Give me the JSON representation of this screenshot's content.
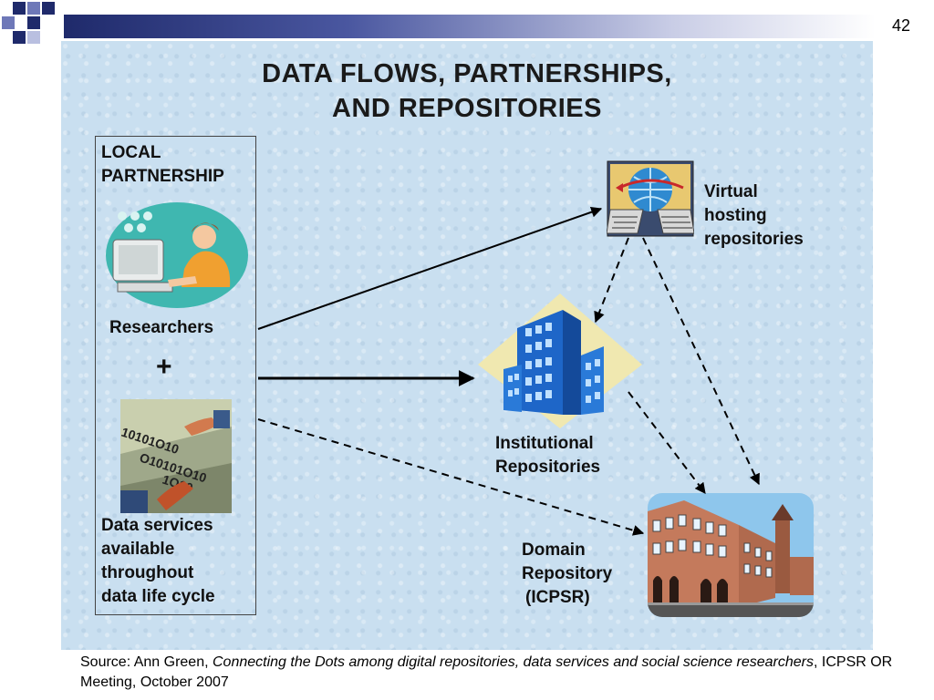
{
  "slide_number": "42",
  "title": {
    "line1": "DATA FLOWS, PARTNERSHIPS,",
    "line2": "AND REPOSITORIES"
  },
  "local_partnership": {
    "heading_line1": "LOCAL",
    "heading_line2": "PARTNERSHIP"
  },
  "researchers_label": "Researchers",
  "plus_sign": "+",
  "data_services": {
    "line1": "Data services",
    "line2": "available",
    "line3": "throughout",
    "line4": "data life cycle"
  },
  "virtual_hosting": {
    "line1": "Virtual",
    "line2": "hosting",
    "line3": "repositories"
  },
  "institutional": {
    "line1": "Institutional",
    "line2": "Repositories"
  },
  "domain_repository": {
    "line1": "Domain",
    "line2": "Repository",
    "line3": "(ICPSR)"
  },
  "source": {
    "prefix": "Source: Ann Green, ",
    "italic_title": "Connecting the Dots among digital repositories, data services and social science researchers",
    "suffix": ", ICPSR OR Meeting, October 2007"
  },
  "icons": [
    "researcher-computer-icon",
    "handshake-data-icon",
    "globe-computers-icon",
    "office-building-icon",
    "icpsr-building-icon"
  ],
  "colors": {
    "panel": "#c9dff0",
    "header_dark": "#1f2a6b",
    "arrow": "#000000"
  }
}
